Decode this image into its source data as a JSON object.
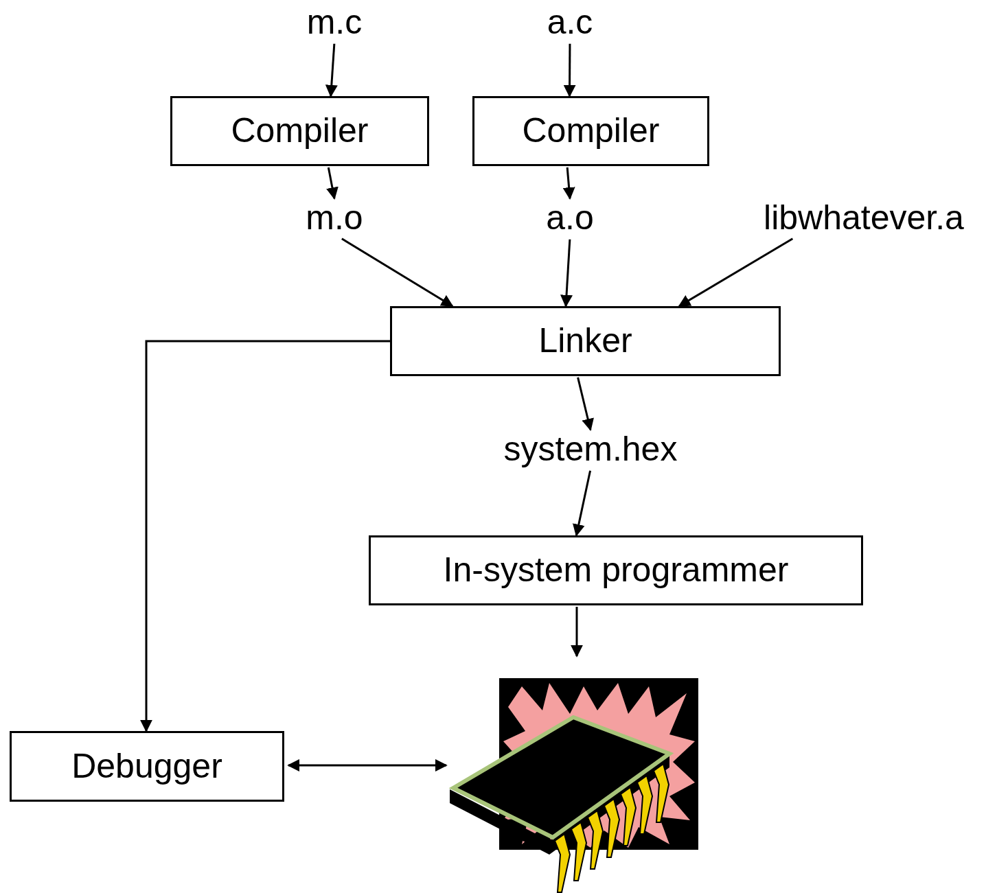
{
  "diagram": {
    "nodes": [
      {
        "text": [
          "m.c"
        ]
      },
      {
        "text": [
          "a.c"
        ]
      },
      {
        "text": [
          "Compiler"
        ]
      },
      {
        "text": [
          "Compiler"
        ]
      },
      {
        "text": [
          "m.o"
        ]
      },
      {
        "text": [
          "a.o"
        ]
      },
      {
        "text": [
          "libwhatever.a"
        ]
      },
      {
        "text": [
          "Linker"
        ]
      },
      {
        "text": [
          "system.hex"
        ]
      },
      {
        "text": [
          "In-system programmer"
        ]
      },
      {
        "text": [
          "Debugger"
        ]
      }
    ],
    "edges": [
      {
        "from": 0,
        "to": 2,
        "arrow": "to"
      },
      {
        "from": 1,
        "to": 3,
        "arrow": "to"
      },
      {
        "from": 2,
        "to": 4,
        "arrow": "to"
      },
      {
        "from": 3,
        "to": 5,
        "arrow": "to"
      },
      {
        "from": 4,
        "to": 7,
        "arrow": "to"
      },
      {
        "from": 5,
        "to": 7,
        "arrow": "to"
      },
      {
        "from": 6,
        "to": 7,
        "arrow": "to"
      },
      {
        "from": 7,
        "to": 8,
        "arrow": "to"
      },
      {
        "from": 8,
        "to": 9,
        "arrow": "to"
      },
      {
        "from": 7,
        "to": 10,
        "arrow": "to"
      }
    ]
  }
}
